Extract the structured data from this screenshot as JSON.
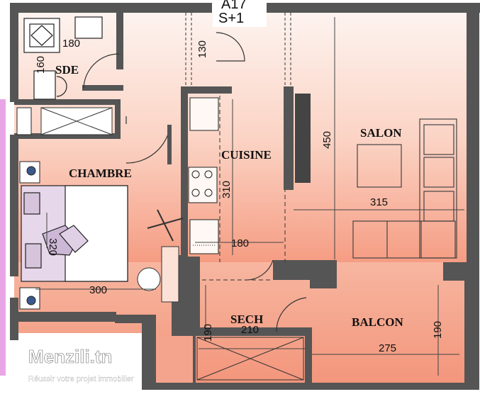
{
  "title": {
    "unit": "A17",
    "level": "S+1"
  },
  "rooms": {
    "sde": "SDE",
    "chambre": "CHAMBRE",
    "cuisine": "CUISINE",
    "salon": "SALON",
    "sech": "SECH",
    "balcon": "BALCON"
  },
  "dimensions": {
    "sde_width": "180",
    "sde_height": "160",
    "corridor": "130",
    "salon_height": "450",
    "salon_width": "315",
    "cuisine_height": "310",
    "cuisine_width": "180",
    "chambre_width": "300",
    "chambre_height": "320",
    "sech_width": "210",
    "sech_height": "190",
    "balcon_width": "275",
    "balcon_height": "190"
  },
  "watermark": {
    "brand": "Menzili.tn",
    "tagline": "Réussir votre projet immobilier"
  },
  "colors": {
    "wall": "#555555",
    "floor_top": "#fbeee8",
    "floor_bottom": "#f5a48d"
  }
}
